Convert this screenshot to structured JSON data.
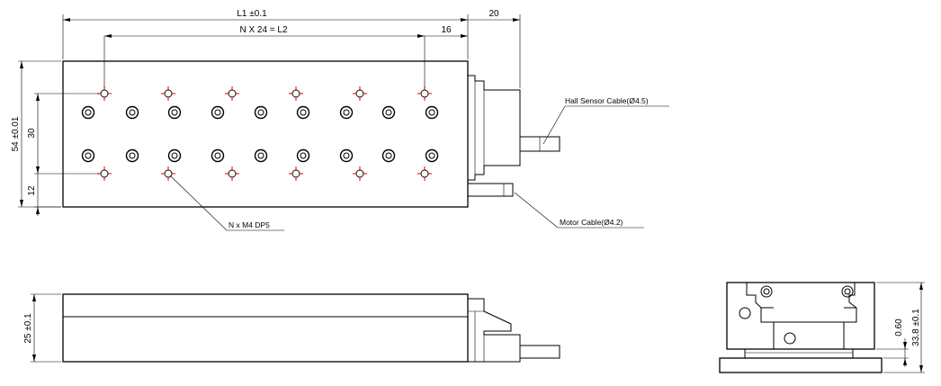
{
  "dimensions": {
    "l1": "L1 ±0.1",
    "pitch": "N X 24 = L2",
    "end_offset": "16",
    "motor_overhang": "20",
    "width": "54 ±0.01",
    "hole_spacing": "30",
    "edge_offset": "12",
    "height": "25 ±0.1",
    "total_height": "33.8 ±0.1",
    "flatness": "0.60"
  },
  "callouts": {
    "mount_holes": "N x M4 DP5",
    "hall_cable": "Hall Sensor Cable(Ø4.5)",
    "motor_cable": "Motor Cable(Ø4.2)"
  }
}
